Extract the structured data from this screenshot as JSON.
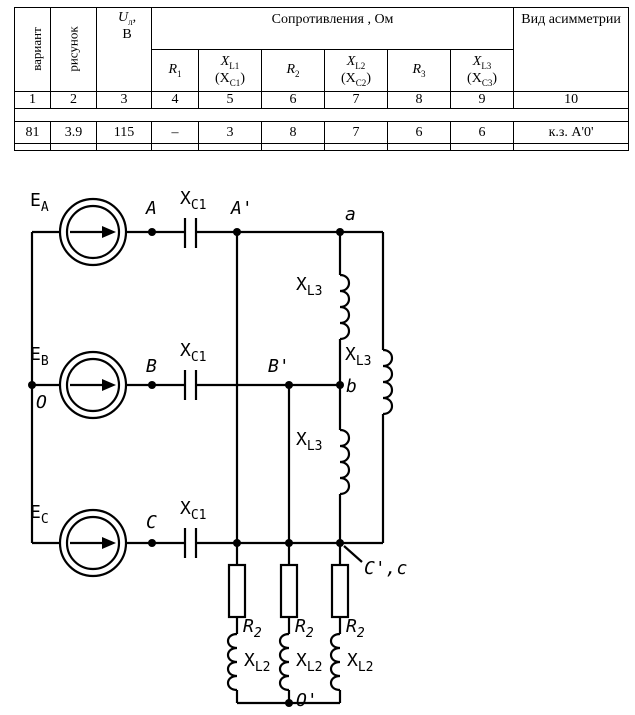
{
  "table": {
    "variant_header": "вариант",
    "figure_header": "рисунок",
    "voltage_header": "U",
    "voltage_sub": "л",
    "voltage_unit": "В",
    "resistance_group": "Сопротивления , Ом",
    "asym_header": "Вид асимметрии",
    "sub_headers": [
      {
        "sym": "R",
        "sub": "1",
        "alt": ""
      },
      {
        "sym": "X",
        "sub": "L1",
        "alt": "(X",
        "alt_sub": "C1",
        "alt_close": ")"
      },
      {
        "sym": "R",
        "sub": "2",
        "alt": ""
      },
      {
        "sym": "X",
        "sub": "L2",
        "alt": "(X",
        "alt_sub": "C2",
        "alt_close": ")"
      },
      {
        "sym": "R",
        "sub": "3",
        "alt": ""
      },
      {
        "sym": "X",
        "sub": "L3",
        "alt": "(X",
        "alt_sub": "C3",
        "alt_close": ")"
      }
    ],
    "column_numbers": [
      "1",
      "2",
      "3",
      "4",
      "5",
      "6",
      "7",
      "8",
      "9",
      "10"
    ],
    "data_row": [
      "81",
      "3.9",
      "115",
      "–",
      "3",
      "8",
      "7",
      "6",
      "6",
      "к.з. A'0'"
    ]
  },
  "circuit": {
    "sources": [
      {
        "label": "E",
        "sub": "A"
      },
      {
        "label": "E",
        "sub": "B"
      },
      {
        "label": "E",
        "sub": "C"
      }
    ],
    "nodes": {
      "neutral": "O",
      "phase_a": "A",
      "phase_b": "B",
      "phase_c": "C",
      "a_prime": "A'",
      "b_prime": "B'",
      "c_prime": "C',c",
      "load_a": "a",
      "load_b": "b",
      "o_prime": "O'"
    },
    "capacitors": [
      {
        "label": "X",
        "sub": "C1"
      },
      {
        "label": "X",
        "sub": "C1"
      },
      {
        "label": "X",
        "sub": "C1"
      }
    ],
    "delta_inductors": [
      {
        "label": "X",
        "sub": "L3"
      },
      {
        "label": "X",
        "sub": "L3"
      },
      {
        "label": "X",
        "sub": "L3"
      }
    ],
    "star_branches": [
      {
        "r_label": "R",
        "r_sub": "2",
        "x_label": "X",
        "x_sub": "L2"
      },
      {
        "r_label": "R",
        "r_sub": "2",
        "x_label": "X",
        "x_sub": "L2"
      },
      {
        "r_label": "R",
        "r_sub": "2",
        "x_label": "X",
        "x_sub": "L2"
      }
    ]
  }
}
